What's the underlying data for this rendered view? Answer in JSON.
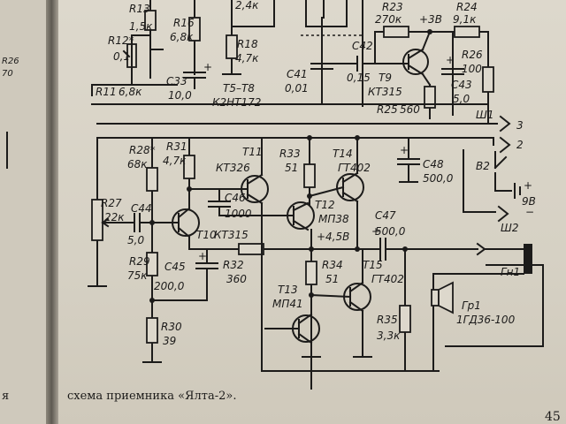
{
  "caption": "схема приемника «Ялта-2».",
  "page_number": "45",
  "left_page": {
    "fragments": [
      "R26",
      "70",
      "я"
    ]
  },
  "components": {
    "R13": {
      "ref": "R13",
      "value": "1,5к"
    },
    "R12": {
      "ref": "R12*",
      "value": "0,1"
    },
    "R11": {
      "ref": "R11",
      "value": "6,8к"
    },
    "R16": {
      "ref": "R16",
      "value": "6,8к"
    },
    "C33": {
      "ref": "C33",
      "value": "10,0"
    },
    "R18": {
      "ref": "R18",
      "value": "4,7к"
    },
    "R17_value": "2,4к",
    "T5T8": {
      "ref": "T5–T8",
      "value": "К2НТ172"
    },
    "C41": {
      "ref": "C41",
      "value": "0,01"
    },
    "C42": {
      "ref": "C42",
      "value": "0,15"
    },
    "R23": {
      "ref": "R23",
      "value": "270к"
    },
    "supply_top": "+3В",
    "R24": {
      "ref": "R24",
      "value": "9,1к"
    },
    "R26": {
      "ref": "R26",
      "value": "100"
    },
    "T9": {
      "ref": "T9",
      "value": "КТ315"
    },
    "C43": {
      "ref": "C43",
      "value": "5,0"
    },
    "R25": {
      "ref": "R25",
      "value": "560"
    },
    "Sh1": {
      "ref": "Ш1",
      "pins": [
        "3",
        "2"
      ]
    },
    "Sh2": {
      "ref": "Ш2"
    },
    "B2": {
      "ref": "В2"
    },
    "battery": {
      "value": "9В",
      "plus": "+",
      "minus": "−"
    },
    "R28": {
      "ref": "R28*",
      "value": "68к"
    },
    "R31": {
      "ref": "R31",
      "value": "4,7к"
    },
    "T11": {
      "ref": "T11",
      "value": "КТ326"
    },
    "R33": {
      "ref": "R33",
      "value": "51"
    },
    "T14": {
      "ref": "T14",
      "value": "ГТ402"
    },
    "C48": {
      "ref": "C48",
      "value": "500,0"
    },
    "R27": {
      "ref": "R27",
      "value": "22к"
    },
    "C44": {
      "ref": "C44",
      "value": "5,0"
    },
    "C46": {
      "ref": "C46",
      "value": "1000"
    },
    "T12": {
      "ref": "T12",
      "value": "МП38"
    },
    "midpoint_voltage": "+4,5В",
    "C47": {
      "ref": "C47",
      "value": "500,0"
    },
    "T10": {
      "ref": "T10",
      "value": "КТ315"
    },
    "R29": {
      "ref": "R29",
      "value": "75к"
    },
    "C45": {
      "ref": "C45",
      "value": "200,0"
    },
    "R32": {
      "ref": "R32",
      "value": "360"
    },
    "R34": {
      "ref": "R34",
      "value": "51"
    },
    "T15": {
      "ref": "T15",
      "value": "ГТ402"
    },
    "Gn1": {
      "ref": "Гн1"
    },
    "T13": {
      "ref": "T13",
      "value": "МП41"
    },
    "R35": {
      "ref": "R35",
      "value": "3,3к"
    },
    "Gr1": {
      "ref": "Гр1",
      "value": "1ГД36-100"
    },
    "R30": {
      "ref": "R30",
      "value": "39"
    }
  }
}
